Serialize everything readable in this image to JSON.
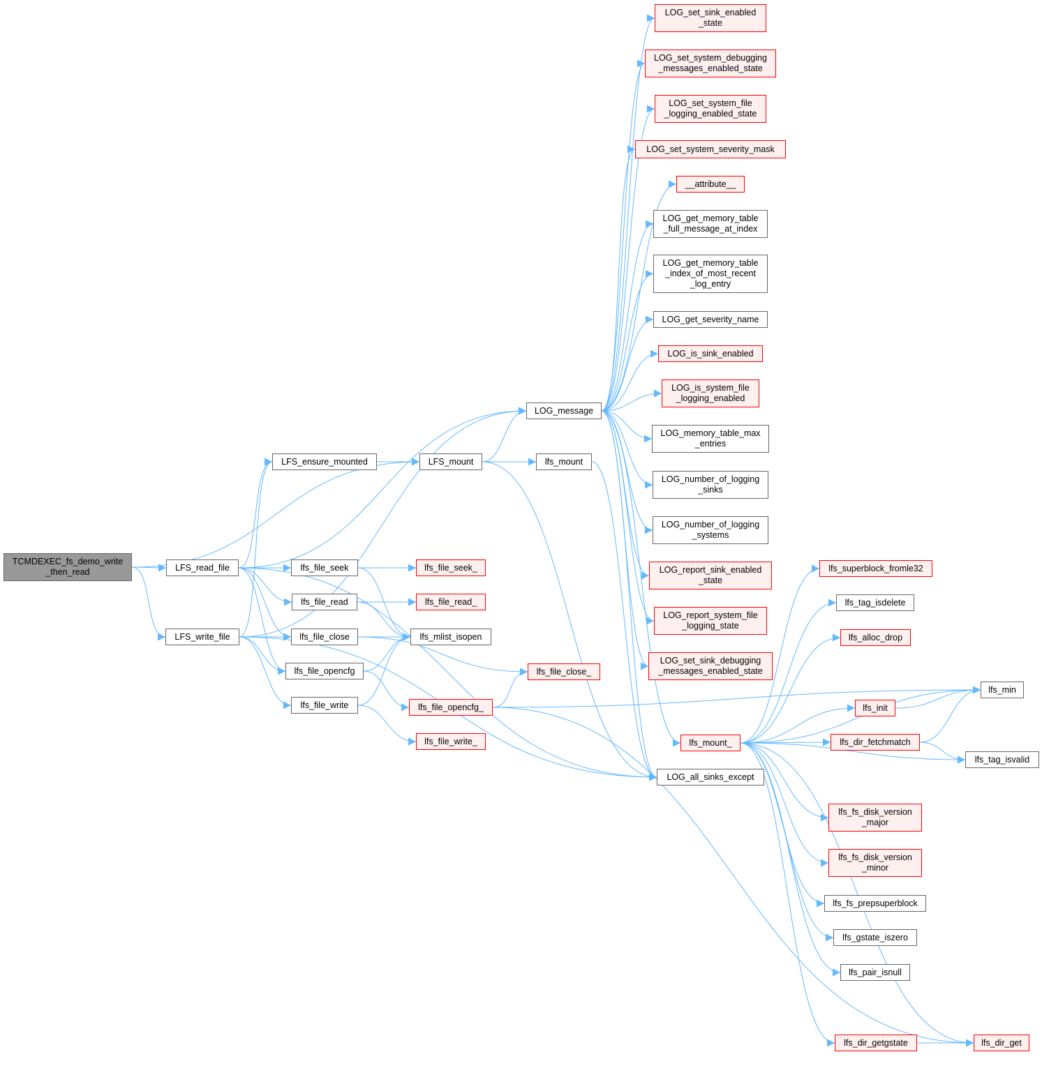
{
  "graph": {
    "edge_color": "#63b8ff",
    "colors": {
      "plain_border": "#666666",
      "plain_fill": "#ffffff",
      "red_border": "#ff0000",
      "red_fill": "#fff0f0",
      "root_fill": "#999999"
    },
    "nodes": [
      {
        "id": "tcmd",
        "label": "TCMDEXEC_fs_demo_write\n_then_read",
        "style": "root"
      },
      {
        "id": "lfs_read_file",
        "label": "LFS_read_file",
        "style": "plain"
      },
      {
        "id": "lfs_write_file",
        "label": "LFS_write_file",
        "style": "plain"
      },
      {
        "id": "lfs_ensure_mounted",
        "label": "LFS_ensure_mounted",
        "style": "plain"
      },
      {
        "id": "lfs_mount_upper",
        "label": "LFS_mount",
        "style": "plain"
      },
      {
        "id": "lfs_mount_lower",
        "label": "lfs_mount",
        "style": "plain"
      },
      {
        "id": "lfs_file_seek",
        "label": "lfs_file_seek",
        "style": "plain"
      },
      {
        "id": "lfs_file_read",
        "label": "lfs_file_read",
        "style": "plain"
      },
      {
        "id": "lfs_file_close",
        "label": "lfs_file_close",
        "style": "plain"
      },
      {
        "id": "lfs_file_opencfg",
        "label": "lfs_file_opencfg",
        "style": "plain"
      },
      {
        "id": "lfs_file_write",
        "label": "lfs_file_write",
        "style": "plain"
      },
      {
        "id": "lfs_file_seek_",
        "label": "lfs_file_seek_",
        "style": "red"
      },
      {
        "id": "lfs_file_read_",
        "label": "lfs_file_read_",
        "style": "red"
      },
      {
        "id": "lfs_mlist_isopen",
        "label": "lfs_mlist_isopen",
        "style": "plain"
      },
      {
        "id": "lfs_file_close_",
        "label": "lfs_file_close_",
        "style": "red"
      },
      {
        "id": "lfs_file_opencfg_",
        "label": "lfs_file_opencfg_",
        "style": "red"
      },
      {
        "id": "lfs_file_write_",
        "label": "lfs_file_write_",
        "style": "red"
      },
      {
        "id": "log_message",
        "label": "LOG_message",
        "style": "plain"
      },
      {
        "id": "log_set_sink_enabled_state",
        "label": "LOG_set_sink_enabled\n_state",
        "style": "red"
      },
      {
        "id": "log_set_system_debugging",
        "label": "LOG_set_system_debugging\n_messages_enabled_state",
        "style": "red"
      },
      {
        "id": "log_set_system_file",
        "label": "LOG_set_system_file\n_logging_enabled_state",
        "style": "red"
      },
      {
        "id": "log_set_system_severity_mask",
        "label": "LOG_set_system_severity_mask",
        "style": "red"
      },
      {
        "id": "attribute",
        "label": "__attribute__",
        "style": "red"
      },
      {
        "id": "log_get_memory_full",
        "label": "LOG_get_memory_table\n_full_message_at_index",
        "style": "plain"
      },
      {
        "id": "log_get_memory_index",
        "label": "LOG_get_memory_table\n_index_of_most_recent\n_log_entry",
        "style": "plain"
      },
      {
        "id": "log_get_severity_name",
        "label": "LOG_get_severity_name",
        "style": "plain"
      },
      {
        "id": "log_is_sink_enabled",
        "label": "LOG_is_sink_enabled",
        "style": "red"
      },
      {
        "id": "log_is_system_file",
        "label": "LOG_is_system_file\n_logging_enabled",
        "style": "red"
      },
      {
        "id": "log_memory_table_max",
        "label": "LOG_memory_table_max\n_entries",
        "style": "plain"
      },
      {
        "id": "log_number_sinks",
        "label": "LOG_number_of_logging\n_sinks",
        "style": "plain"
      },
      {
        "id": "log_number_systems",
        "label": "LOG_number_of_logging\n_systems",
        "style": "plain"
      },
      {
        "id": "log_report_sink",
        "label": "LOG_report_sink_enabled\n_state",
        "style": "red"
      },
      {
        "id": "log_report_system_file",
        "label": "LOG_report_system_file\n_logging_state",
        "style": "red"
      },
      {
        "id": "log_set_sink_debugging",
        "label": "LOG_set_sink_debugging\n_messages_enabled_state",
        "style": "red"
      },
      {
        "id": "lfs_mount_",
        "label": "lfs_mount_",
        "style": "red"
      },
      {
        "id": "log_all_sinks_except",
        "label": "LOG_all_sinks_except",
        "style": "plain"
      },
      {
        "id": "lfs_superblock_fromle32",
        "label": "lfs_superblock_fromle32",
        "style": "red"
      },
      {
        "id": "lfs_tag_isdelete",
        "label": "lfs_tag_isdelete",
        "style": "plain"
      },
      {
        "id": "lfs_alloc_drop",
        "label": "lfs_alloc_drop",
        "style": "red"
      },
      {
        "id": "lfs_init",
        "label": "lfs_init",
        "style": "red"
      },
      {
        "id": "lfs_dir_fetchmatch",
        "label": "lfs_dir_fetchmatch",
        "style": "red"
      },
      {
        "id": "lfs_fs_disk_version_major",
        "label": "lfs_fs_disk_version\n_major",
        "style": "red"
      },
      {
        "id": "lfs_fs_disk_version_minor",
        "label": "lfs_fs_disk_version\n_minor",
        "style": "red"
      },
      {
        "id": "lfs_fs_prepsuperblock",
        "label": "lfs_fs_prepsuperblock",
        "style": "plain"
      },
      {
        "id": "lfs_gstate_iszero",
        "label": "lfs_gstate_iszero",
        "style": "plain"
      },
      {
        "id": "lfs_pair_isnull",
        "label": "lfs_pair_isnull",
        "style": "plain"
      },
      {
        "id": "lfs_dir_getgstate",
        "label": "lfs_dir_getgstate",
        "style": "red"
      },
      {
        "id": "lfs_min",
        "label": "lfs_min",
        "style": "plain"
      },
      {
        "id": "lfs_tag_isvalid",
        "label": "lfs_tag_isvalid",
        "style": "plain"
      },
      {
        "id": "lfs_dir_get",
        "label": "lfs_dir_get",
        "style": "red"
      }
    ],
    "edges": [
      [
        "tcmd",
        "lfs_read_file"
      ],
      [
        "tcmd",
        "lfs_write_file"
      ],
      [
        "tcmd",
        "lfs_mount_upper"
      ],
      [
        "lfs_read_file",
        "log_message"
      ],
      [
        "lfs_read_file",
        "lfs_ensure_mounted"
      ],
      [
        "lfs_read_file",
        "lfs_file_seek"
      ],
      [
        "lfs_read_file",
        "lfs_file_read"
      ],
      [
        "lfs_read_file",
        "lfs_file_close"
      ],
      [
        "lfs_read_file",
        "lfs_file_opencfg"
      ],
      [
        "lfs_read_file",
        "log_all_sinks_except"
      ],
      [
        "lfs_write_file",
        "lfs_ensure_mounted"
      ],
      [
        "lfs_write_file",
        "log_message"
      ],
      [
        "lfs_write_file",
        "lfs_file_close"
      ],
      [
        "lfs_write_file",
        "lfs_file_opencfg"
      ],
      [
        "lfs_write_file",
        "lfs_file_write"
      ],
      [
        "lfs_write_file",
        "log_all_sinks_except"
      ],
      [
        "lfs_ensure_mounted",
        "lfs_mount_upper"
      ],
      [
        "lfs_mount_upper",
        "log_message"
      ],
      [
        "lfs_mount_upper",
        "lfs_mount_lower"
      ],
      [
        "lfs_mount_upper",
        "log_all_sinks_except"
      ],
      [
        "lfs_mount_lower",
        "log_all_sinks_except"
      ],
      [
        "lfs_file_seek",
        "lfs_file_seek_"
      ],
      [
        "lfs_file_seek",
        "lfs_mlist_isopen"
      ],
      [
        "lfs_file_read",
        "lfs_file_read_"
      ],
      [
        "lfs_file_read",
        "lfs_mlist_isopen"
      ],
      [
        "lfs_file_close",
        "lfs_mlist_isopen"
      ],
      [
        "lfs_file_close",
        "lfs_file_close_"
      ],
      [
        "lfs_file_opencfg",
        "lfs_mlist_isopen"
      ],
      [
        "lfs_file_opencfg",
        "lfs_file_opencfg_"
      ],
      [
        "lfs_file_write",
        "lfs_mlist_isopen"
      ],
      [
        "lfs_file_write",
        "lfs_file_write_"
      ],
      [
        "lfs_file_opencfg_",
        "lfs_file_close_"
      ],
      [
        "lfs_file_opencfg_",
        "lfs_min"
      ],
      [
        "lfs_file_opencfg_",
        "lfs_dir_get"
      ],
      [
        "log_message",
        "log_set_sink_enabled_state"
      ],
      [
        "log_message",
        "log_set_system_debugging"
      ],
      [
        "log_message",
        "log_set_system_file"
      ],
      [
        "log_message",
        "log_set_system_severity_mask"
      ],
      [
        "log_message",
        "attribute"
      ],
      [
        "log_message",
        "log_get_memory_full"
      ],
      [
        "log_message",
        "log_get_memory_index"
      ],
      [
        "log_message",
        "log_get_severity_name"
      ],
      [
        "log_message",
        "log_is_sink_enabled"
      ],
      [
        "log_message",
        "log_is_system_file"
      ],
      [
        "log_message",
        "log_memory_table_max"
      ],
      [
        "log_message",
        "log_number_sinks"
      ],
      [
        "log_message",
        "log_number_systems"
      ],
      [
        "log_message",
        "log_report_sink"
      ],
      [
        "log_message",
        "log_report_system_file"
      ],
      [
        "log_message",
        "log_set_sink_debugging"
      ],
      [
        "log_message",
        "lfs_mount_"
      ],
      [
        "log_message",
        "log_all_sinks_except"
      ],
      [
        "lfs_mount_",
        "lfs_superblock_fromle32"
      ],
      [
        "lfs_mount_",
        "lfs_tag_isdelete"
      ],
      [
        "lfs_mount_",
        "lfs_alloc_drop"
      ],
      [
        "lfs_mount_",
        "lfs_min"
      ],
      [
        "lfs_mount_",
        "lfs_init"
      ],
      [
        "lfs_mount_",
        "lfs_dir_fetchmatch"
      ],
      [
        "lfs_mount_",
        "lfs_tag_isvalid"
      ],
      [
        "lfs_mount_",
        "lfs_fs_disk_version_major"
      ],
      [
        "lfs_mount_",
        "lfs_fs_disk_version_minor"
      ],
      [
        "lfs_mount_",
        "lfs_fs_prepsuperblock"
      ],
      [
        "lfs_mount_",
        "lfs_gstate_iszero"
      ],
      [
        "lfs_mount_",
        "lfs_pair_isnull"
      ],
      [
        "lfs_mount_",
        "lfs_dir_getgstate"
      ],
      [
        "lfs_mount_",
        "lfs_dir_get"
      ],
      [
        "lfs_init",
        "lfs_min"
      ],
      [
        "lfs_dir_fetchmatch",
        "lfs_min"
      ],
      [
        "lfs_dir_fetchmatch",
        "lfs_tag_isvalid"
      ],
      [
        "lfs_dir_getgstate",
        "lfs_dir_get"
      ]
    ]
  }
}
